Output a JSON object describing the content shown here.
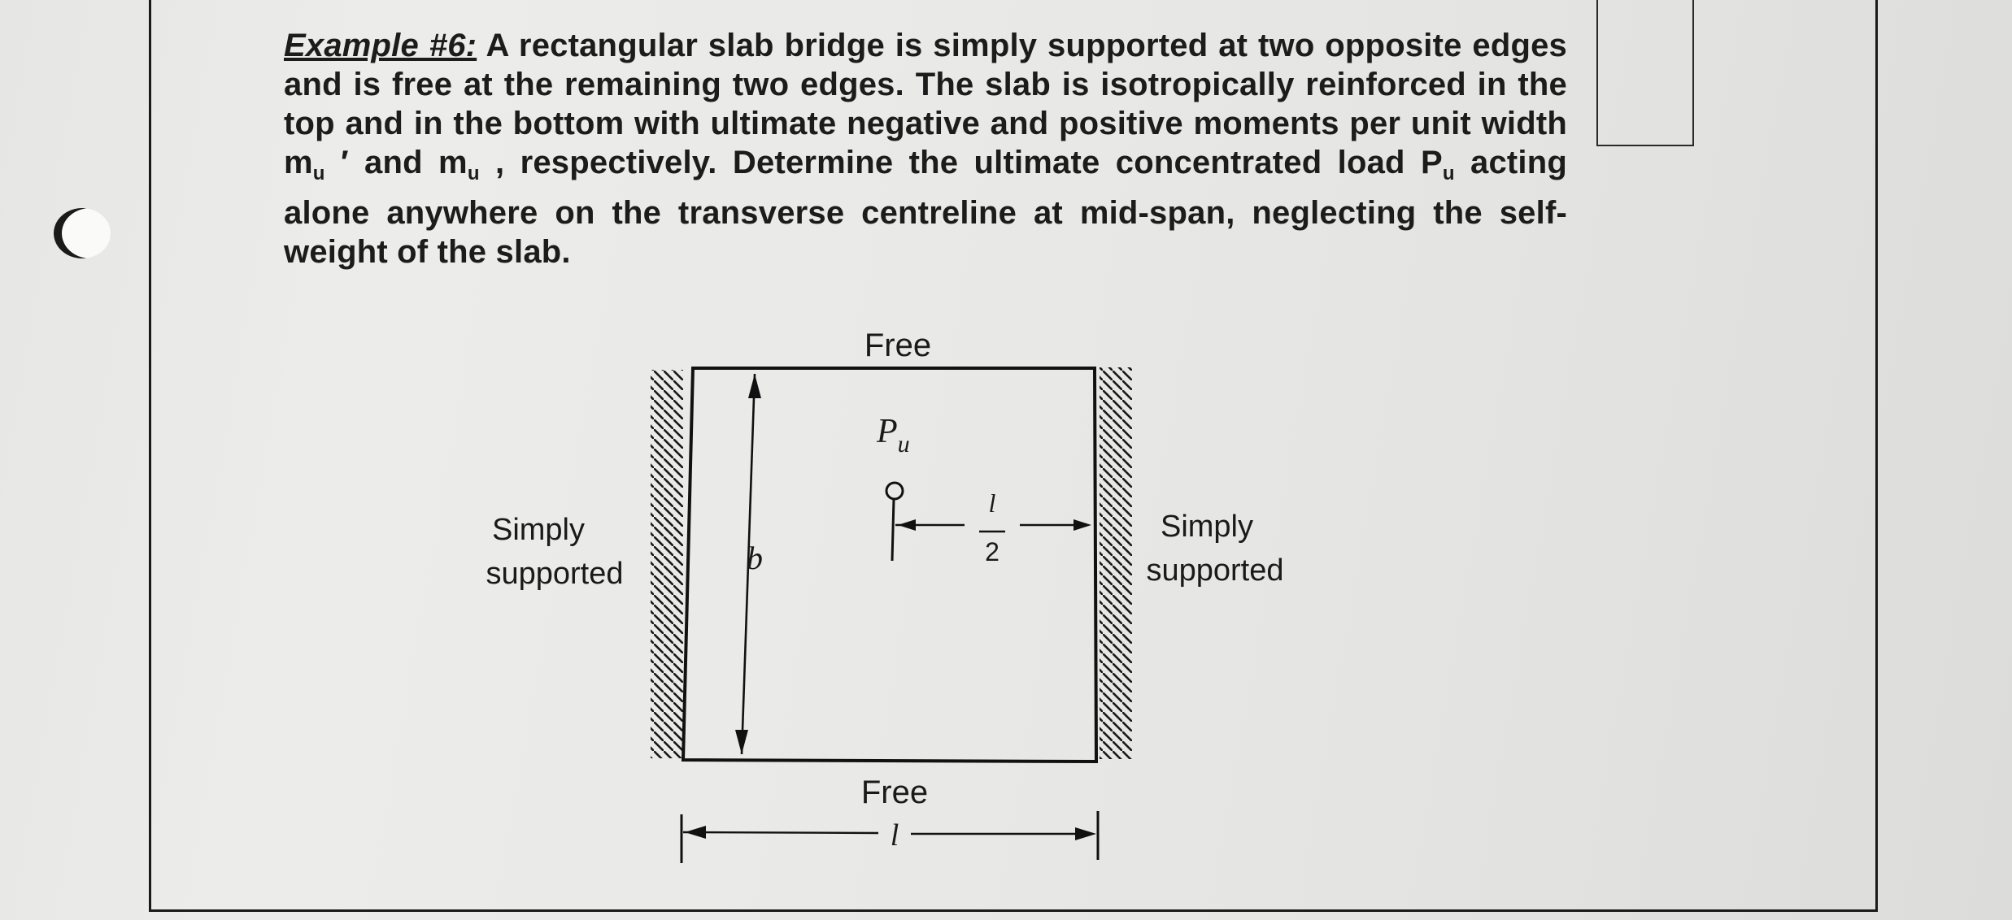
{
  "problem": {
    "label": "Example #6:",
    "lead": " A rectangular slab bridge is simply supported at two opposite edges and is free at the remaining two edges. The slab is isotropically reinforced in the top and in the bottom with ultimate negative and positive moments per unit width m",
    "mid1": " ′ and m",
    "mid2": " , respectively. Determine the ultimate concentrated load P",
    "tail": " acting alone anywhere on the transverse centreline at mid-span, neglecting the self-weight of the slab.",
    "subscript": "u"
  },
  "diagram": {
    "top_edge": "Free",
    "bottom_edge": "Free",
    "left_edge_line1": "Simply",
    "left_edge_line2": "supported",
    "right_edge_line1": "Simply",
    "right_edge_line2": "supported",
    "load_symbol": "P",
    "load_subscript": "u",
    "width_dim": "b",
    "half_span_num": "l",
    "half_span_den": "2",
    "span_dim": "l"
  }
}
